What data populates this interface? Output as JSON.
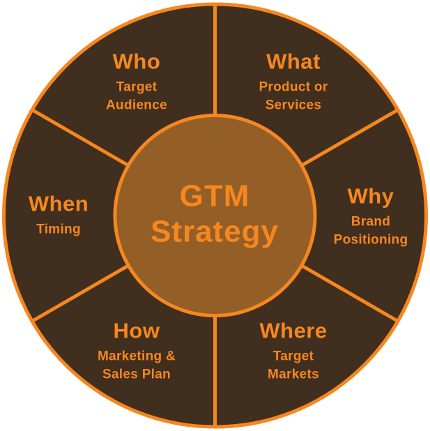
{
  "diagram": {
    "center": {
      "title": "GTM Strategy"
    },
    "segments": [
      {
        "id": "who",
        "title": "Who",
        "subtitle": "Target\nAudience"
      },
      {
        "id": "what",
        "title": "What",
        "subtitle": "Product or\nServices"
      },
      {
        "id": "why",
        "title": "Why",
        "subtitle": "Brand\nPositioning"
      },
      {
        "id": "where",
        "title": "Where",
        "subtitle": "Target\nMarkets"
      },
      {
        "id": "how",
        "title": "How",
        "subtitle": "Marketing &\nSales Plan"
      },
      {
        "id": "when",
        "title": "When",
        "subtitle": "Timing"
      }
    ],
    "colors": {
      "segment_fill": "#402e1f",
      "outline": "#f6871f",
      "center_fill": "#935f26",
      "text": "#f6871f"
    }
  }
}
